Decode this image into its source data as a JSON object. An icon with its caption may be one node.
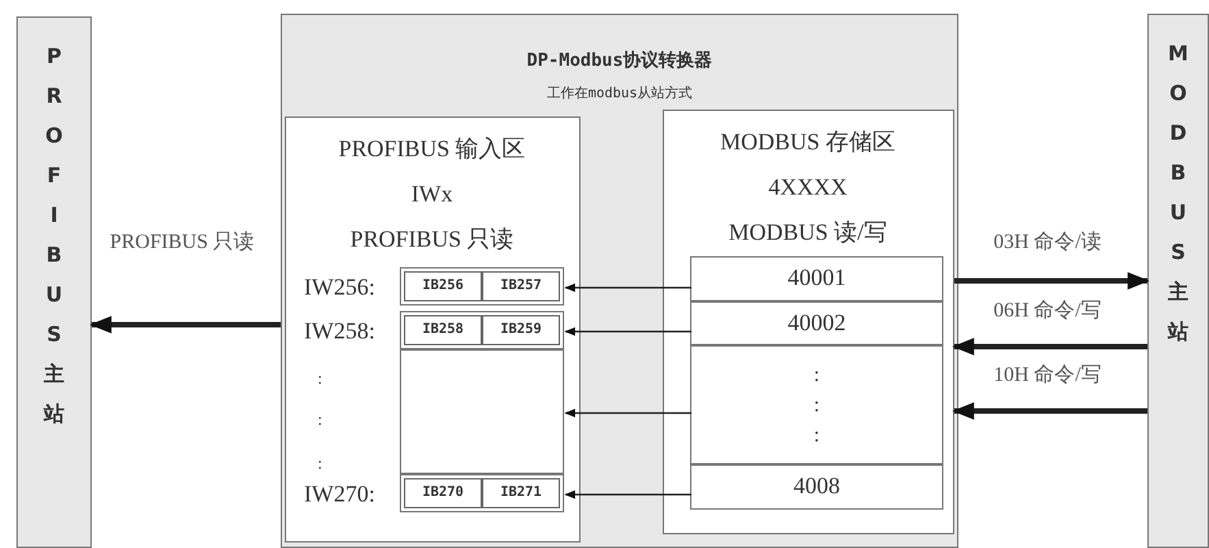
{
  "diagram": {
    "nodes": [
      {
        "text": [
          "PROFIBUS主站"
        ]
      },
      {
        "text": [
          "DP-Modbus协议转换器",
          "工作在modbus从站方式"
        ]
      },
      {
        "text": [
          "PROFIBUS 输入区",
          "IWx",
          "PROFIBUS 只读"
        ],
        "in": 1
      },
      {
        "text": [
          "IB256",
          "IB257"
        ],
        "in": 2
      },
      {
        "text": [
          "IB258",
          "IB259"
        ],
        "in": 2
      },
      {
        "text": [],
        "shape": "box",
        "in": 2
      },
      {
        "text": [
          "IB270",
          "IB271"
        ],
        "in": 2
      },
      {
        "text": [
          "MODBUS 存储区",
          "4XXXX",
          "MODBUS 读/写"
        ],
        "in": 1
      },
      {
        "text": [
          "40001"
        ],
        "in": 7
      },
      {
        "text": [
          "40002"
        ],
        "in": 7
      },
      {
        "text": [
          ":",
          ":",
          ":"
        ],
        "in": 7
      },
      {
        "text": [
          "4008"
        ],
        "in": 7
      },
      {
        "text": [
          "MODBUS主站"
        ]
      }
    ],
    "edges": [
      {
        "from": 1,
        "to": 0,
        "arrow": "to",
        "label": "PROFIBUS 只读",
        "style": "thick"
      },
      {
        "from": 8,
        "to": 3,
        "arrow": "to"
      },
      {
        "from": 9,
        "to": 4,
        "arrow": "to"
      },
      {
        "from": 10,
        "to": 5,
        "arrow": "to"
      },
      {
        "from": 11,
        "to": 6,
        "arrow": "to"
      },
      {
        "from": 7,
        "to": 12,
        "arrow": "to",
        "label": "03H 命令/读",
        "style": "thick"
      },
      {
        "from": 12,
        "to": 7,
        "arrow": "to",
        "label": "06H 命令/写",
        "style": "thick"
      },
      {
        "from": 12,
        "to": 7,
        "arrow": "to",
        "label": "10H 命令/写",
        "style": "thick"
      }
    ],
    "labels": [
      "IW256:",
      "IW258:",
      ":",
      ":",
      ":",
      "IW270:"
    ]
  }
}
